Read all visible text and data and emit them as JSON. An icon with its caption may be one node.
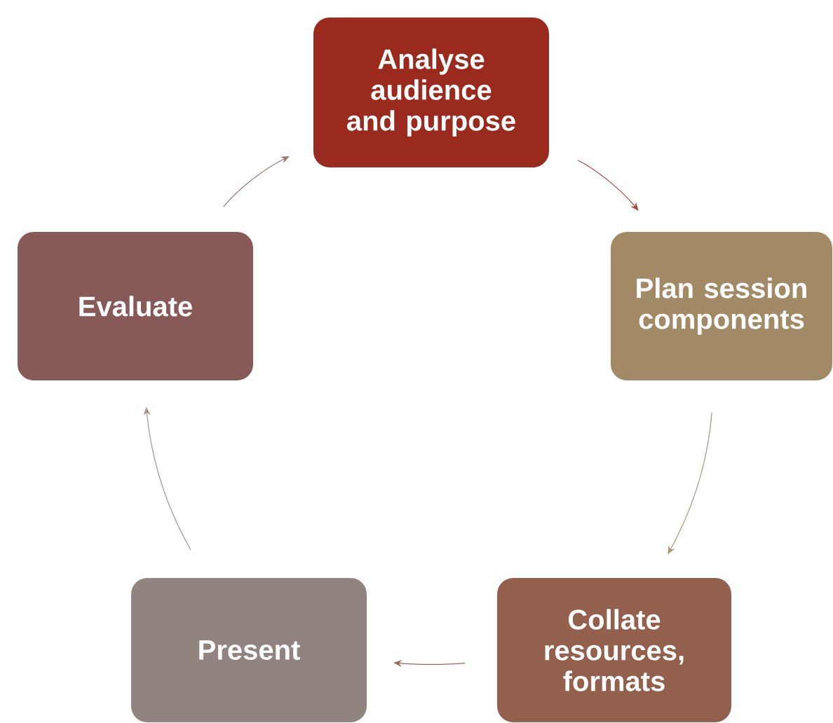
{
  "diagram": {
    "nodes": [
      {
        "text": [
          "Analyse audience and purpose"
        ]
      },
      {
        "text": [
          "Plan session components"
        ]
      },
      {
        "text": [
          "Collate resources, formats"
        ]
      },
      {
        "text": [
          "Present"
        ]
      },
      {
        "text": [
          "Evaluate"
        ]
      }
    ],
    "edges": [
      {
        "from": 0,
        "to": 1,
        "arrow": "to",
        "color": "#a8453c"
      },
      {
        "from": 1,
        "to": 2,
        "arrow": "to",
        "color": "#a89478"
      },
      {
        "from": 2,
        "to": 3,
        "arrow": "to",
        "color": "#9a6a5a"
      },
      {
        "from": 3,
        "to": 4,
        "arrow": "to",
        "color": "#a09490"
      },
      {
        "from": 4,
        "to": 0,
        "arrow": "to",
        "color": "#9a7a78"
      }
    ]
  }
}
